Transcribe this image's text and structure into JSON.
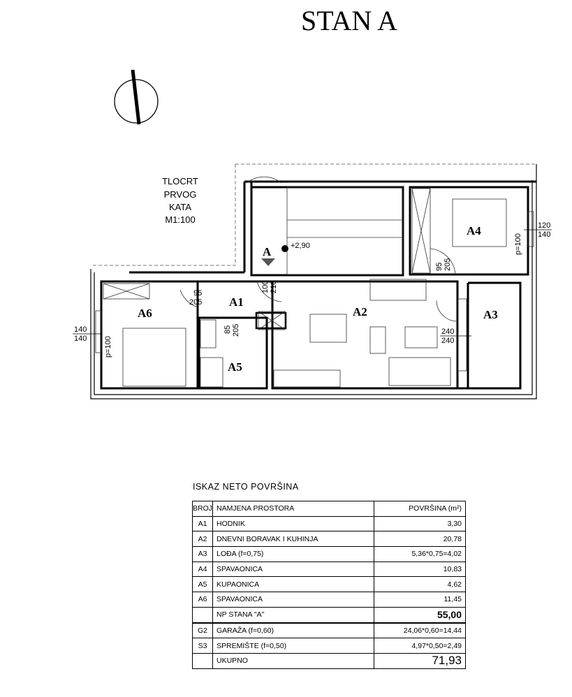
{
  "title": "STAN A",
  "plan": {
    "caption": [
      "TLOCRT",
      "PRVOG",
      "KATA",
      "M1:100"
    ],
    "section_mark": "A",
    "level": "+2,90",
    "rooms": {
      "A1": "A1",
      "A2": "A2",
      "A3": "A3",
      "A4": "A4",
      "A5": "A5",
      "A6": "A6"
    },
    "dims": {
      "a6_window": [
        "140",
        "140"
      ],
      "a6_sill": "p=100",
      "a6_door": [
        "95",
        "205"
      ],
      "a5_door": [
        "85",
        "205"
      ],
      "entry_door": [
        "100",
        "210"
      ],
      "a4_door": [
        "95",
        "205"
      ],
      "a4_window": [
        "120",
        "140"
      ],
      "a4_sill": "p=100",
      "balcony_door": [
        "240",
        "240"
      ]
    }
  },
  "table": {
    "title": "ISKAZ NETO POVRŠINA",
    "headers": [
      "BROJ",
      "NAMJENA PROSTORA",
      "POVRŠINA (m²)"
    ],
    "rows": [
      [
        "A1",
        "HODNIK",
        "3,30"
      ],
      [
        "A2",
        "DNEVNI BORAVAK I KUHINJA",
        "20,78"
      ],
      [
        "A3",
        "LOĐA (f=0,75)",
        "5,36*0,75=4,02"
      ],
      [
        "A4",
        "SPAVAONICA",
        "10,83"
      ],
      [
        "A5",
        "KUPAONICA",
        "4,62"
      ],
      [
        "A6",
        "SPAVAONICA",
        "11,45"
      ]
    ],
    "subtotal": [
      "",
      "NP STANA \"A\"",
      "55,00"
    ],
    "extra_rows": [
      [
        "G2",
        "GARAŽA (f=0,60)",
        "24,06*0,60=14,44"
      ],
      [
        "S3",
        "SPREMIŠTE (f=0,50)",
        "4,97*0,50=2,49"
      ]
    ],
    "total": [
      "",
      "UKUPNO",
      "71,93"
    ]
  }
}
